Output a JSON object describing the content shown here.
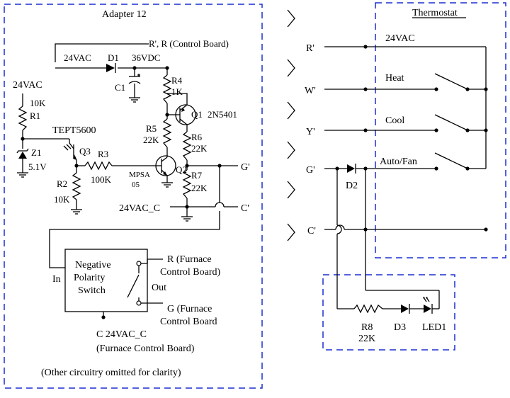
{
  "adapter": {
    "title": "Adapter 12",
    "rr_label": "R', R (Control Board)",
    "v24_left": "24VAC",
    "v24_top": "24VAC",
    "v36": "36VDC",
    "d1": "D1",
    "c1": "C1",
    "r4": "R4",
    "r4_val": "1K",
    "q1": "Q1",
    "q1_part": "2N5401",
    "r1_val": "10K",
    "r1": "R1",
    "tept": "TEPT5600",
    "q3": "Q3",
    "z1": "Z1",
    "z1_val": "5.1V",
    "r3": "R3",
    "r3_val": "100K",
    "r5": "R5",
    "r5_val": "22K",
    "r6": "R6",
    "r6_val": "22K",
    "q2": "Q2",
    "mpsa": "MPSA",
    "mpsa_num": "05",
    "r7": "R7",
    "r7_val": "22K",
    "r2": "R2",
    "r2_val": "10K",
    "g_prime": "G'",
    "c_prime": "C'",
    "vac_c": "24VAC_C",
    "switch_line1": "Negative",
    "switch_line2": "Polarity",
    "switch_line3": "Switch",
    "in_label": "In",
    "out_label": "Out",
    "r_furnace_1": "R  (Furnace",
    "r_furnace_2": "Control Board)",
    "g_furnace_1": "G  (Furnace",
    "g_furnace_2": "Control Board",
    "c_furnace_1": "C  24VAC_C",
    "c_furnace_2": "(Furnace Control Board)",
    "omitted": "(Other circuitry omitted for clarity)"
  },
  "wires": {
    "r_prime": "R'",
    "w_prime": "W'",
    "y_prime": "Y'",
    "g_prime": "G'",
    "c_prime": "C'",
    "d2": "D2"
  },
  "thermostat": {
    "title": "Thermostat",
    "vac": "24VAC",
    "heat": "Heat",
    "cool": "Cool",
    "fan": "Auto/Fan"
  },
  "indicator": {
    "r8": "R8",
    "r8_val": "22K",
    "d3": "D3",
    "led": "LED1"
  }
}
